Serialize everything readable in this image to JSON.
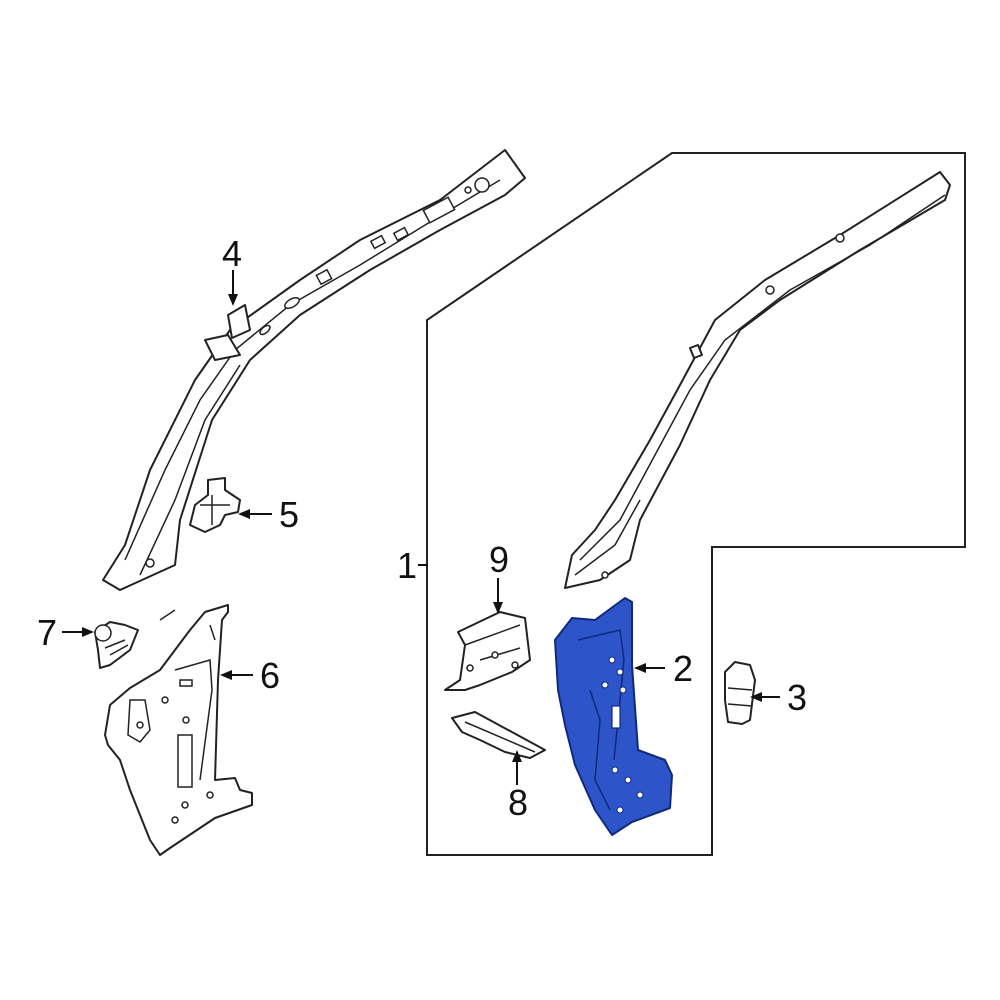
{
  "callouts": {
    "c1": "1",
    "c2": "2",
    "c3": "3",
    "c4": "4",
    "c5": "5",
    "c6": "6",
    "c7": "7",
    "c8": "8",
    "c9": "9"
  },
  "colors": {
    "highlight_part": "#2d55c9",
    "highlight_stroke": "#0f2a7a",
    "line": "#222222",
    "background": "#ffffff"
  }
}
